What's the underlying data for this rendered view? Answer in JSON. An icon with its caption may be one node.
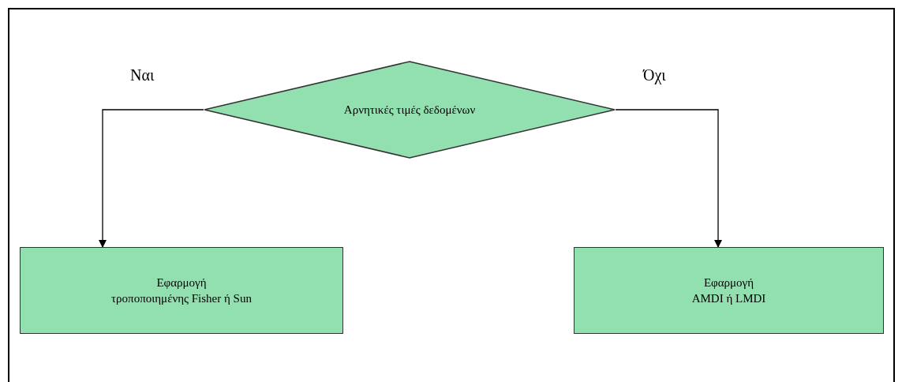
{
  "diagram": {
    "nodes": [
      {
        "text": [
          "Αρνητικές τιμές δεδομένων"
        ]
      },
      {
        "text": [
          "Εφαρμογή",
          "τροποποιημένης Fisher ή Sun"
        ]
      },
      {
        "text": [
          "Εφαρμογή",
          "AMDI ή LMDI"
        ]
      }
    ],
    "edges": [
      {
        "from": 0,
        "to": 1,
        "arrow": "to",
        "label": "Ναι"
      },
      {
        "from": 0,
        "to": 2,
        "arrow": "to",
        "label": "Όχι"
      }
    ]
  }
}
